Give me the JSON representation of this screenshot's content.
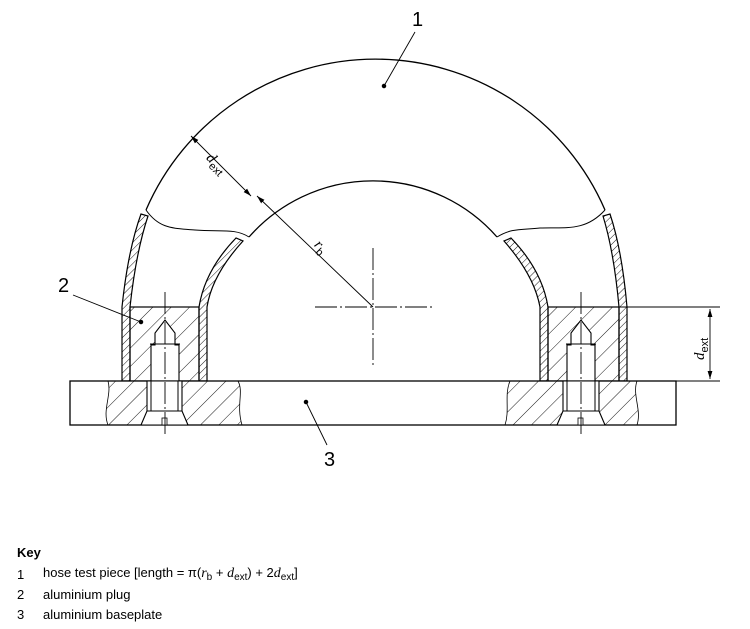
{
  "figure": {
    "type": "technical-cross-section",
    "callouts": [
      {
        "id": "1",
        "label": "1"
      },
      {
        "id": "2",
        "label": "2"
      },
      {
        "id": "3",
        "label": "3"
      }
    ],
    "dimensions": {
      "d_ext_arc": {
        "symbol": "d",
        "subscript": "ext"
      },
      "r_b": {
        "symbol": "r",
        "subscript": "b"
      },
      "d_ext_side": {
        "symbol": "d",
        "subscript": "ext"
      }
    }
  },
  "key": {
    "title": "Key",
    "items": [
      {
        "num": "1",
        "text": "hose test piece [length = ",
        "formula": {
          "pi": "π(",
          "r": "r",
          "r_sub": "b",
          "plus1": " + ",
          "d": "d",
          "d_sub": "ext",
          "close": ") + 2",
          "d2": "d",
          "d2_sub": "ext",
          "end": "]"
        }
      },
      {
        "num": "2",
        "text": "aluminium plug"
      },
      {
        "num": "3",
        "text": "aluminium baseplate"
      }
    ]
  }
}
